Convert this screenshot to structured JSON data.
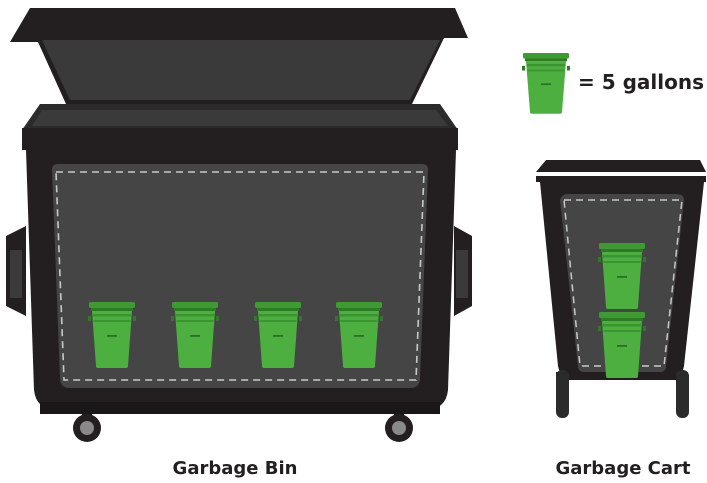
{
  "legend": {
    "text": "= 5 gallons",
    "icon": "bucket-icon"
  },
  "garbage_bin": {
    "label": "Garbage Bin",
    "bucket_count": 4
  },
  "garbage_cart": {
    "label": "Garbage Cart",
    "bucket_count": 2
  },
  "colors": {
    "container_dark": "#231f20",
    "container_mid": "#3a3a3a",
    "interior": "#454545",
    "bucket_green": "#4caf3f",
    "bucket_green_dark": "#2e7d32",
    "dash_line": "#bdbdbd"
  }
}
